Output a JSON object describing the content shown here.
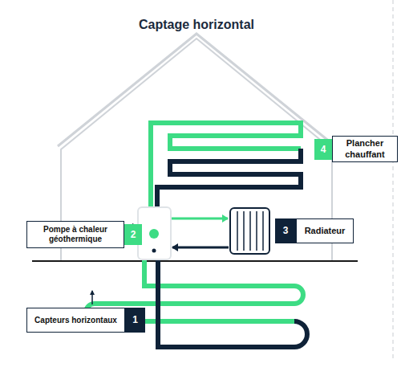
{
  "diagram": {
    "title": "Captage horizontal",
    "nodes": [
      {
        "text": [
          "Plancher chauffant"
        ]
      },
      {
        "text": [
          "4"
        ]
      },
      {
        "text": [
          "Pompe à chaleur géothermique"
        ]
      },
      {
        "text": [
          "2"
        ]
      },
      {
        "text": [
          "3"
        ]
      },
      {
        "text": [
          "Radiateur"
        ]
      },
      {
        "text": [
          "Capteurs horizontaux"
        ]
      },
      {
        "text": [
          "1"
        ]
      }
    ]
  }
}
